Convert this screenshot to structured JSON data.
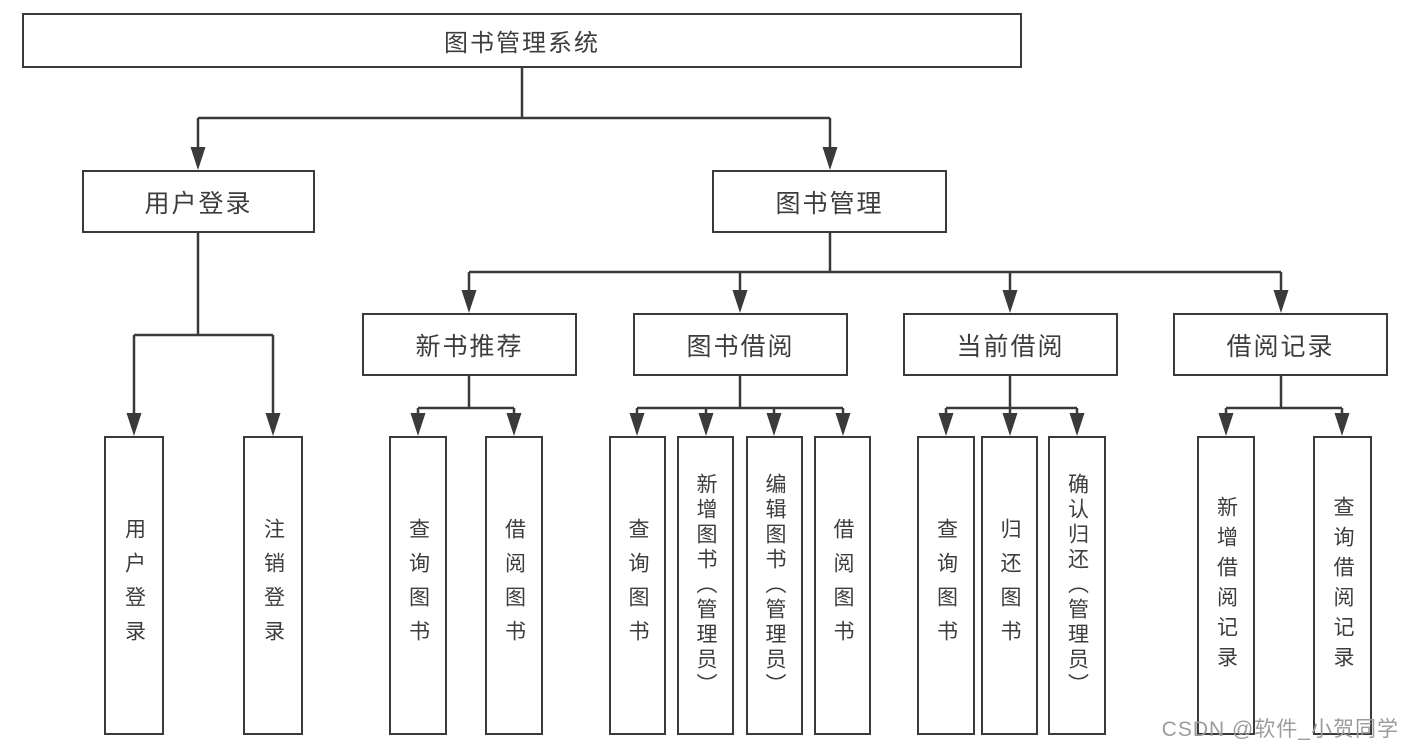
{
  "nodes": {
    "root": "图书管理系统",
    "user_login": "用户登录",
    "book_mgmt": "图书管理",
    "new_books": "新书推荐",
    "book_borrow": "图书借阅",
    "current_borrow": "当前借阅",
    "borrow_records": "借阅记录",
    "ul_login": "用户登录",
    "ul_logout": "注销登录",
    "nb_query": "查询图书",
    "nb_borrow": "借阅图书",
    "bb_query": "查询图书",
    "bb_add": "新增图书（管理员）",
    "bb_edit": "编辑图书（管理员）",
    "bb_borrow": "借阅图书",
    "cb_query": "查询图书",
    "cb_return": "归还图书",
    "cb_confirm": "确认归还（管理员）",
    "br_add": "新增借阅记录",
    "br_query": "查询借阅记录"
  },
  "watermark": "CSDN @软件_小贺同学",
  "colors": {
    "line": "#3a3a3a",
    "text": "#3d3d3d",
    "watermark": "#9c9c9c",
    "background": "#ffffff"
  }
}
